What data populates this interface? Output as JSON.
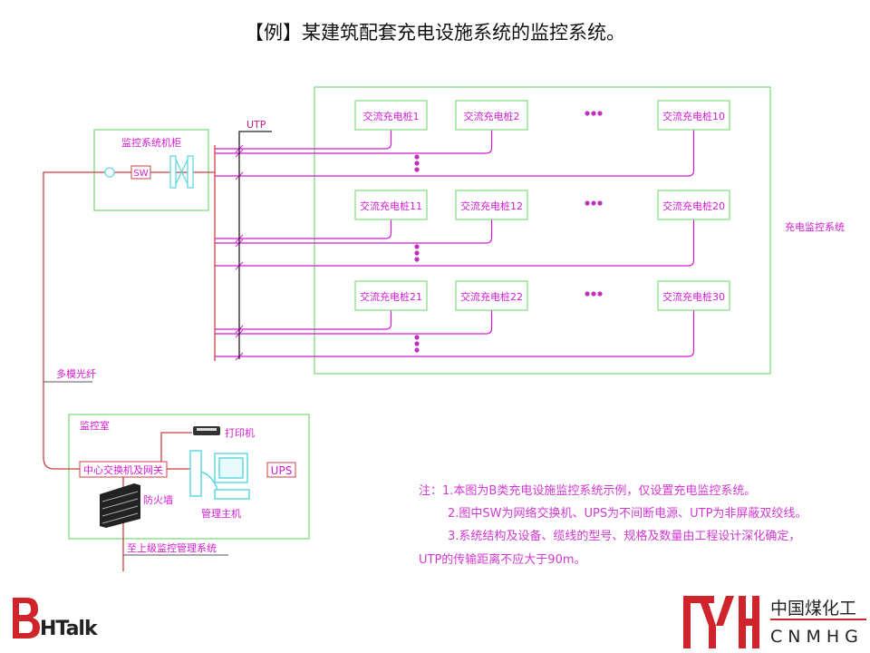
{
  "title": "【例】某建筑配套充电设施系统的监控系统。",
  "cabinet": {
    "label": "监控系统机柜",
    "switch_label": "SW"
  },
  "utp_label": "UTP",
  "fiber_label": "多模光纤",
  "charging_system_label": "充电监控系统",
  "chargers": [
    [
      "交流充电桩1",
      "交流充电桩2",
      "交流充电桩10"
    ],
    [
      "交流充电桩11",
      "交流充电桩12",
      "交流充电桩20"
    ],
    [
      "交流充电桩21",
      "交流充电桩22",
      "交流充电桩30"
    ]
  ],
  "monitor_room": {
    "label": "监控室",
    "switch_label": "中心交换机及网关",
    "printer_label": "打印机",
    "host_label": "管理主机",
    "ups_label": "UPS",
    "firewall_label": "防火墙",
    "uplink_label": "至上级监控管理系统"
  },
  "notes": [
    "注：1.本图为B类充电设施监控系统示例，仅设置充电监控系统。",
    "2.图中SW为网络交换机、UPS为不间断电源、UTP为非屏蔽双绞线。",
    "3.系统结构及设备、缆线的型号、规格及数量由工程设计深化确定，",
    "UTP的传输距离不应大于90m。"
  ],
  "logos": {
    "left": "BHTalk",
    "right_cn": "中国煤化工",
    "right_en": "CNMHG"
  },
  "colors": {
    "green": "#7fdc7f",
    "magenta": "#d21ad2",
    "red": "#c84040",
    "cyan": "#5fd8e0",
    "logo_red": "#d0242a"
  }
}
